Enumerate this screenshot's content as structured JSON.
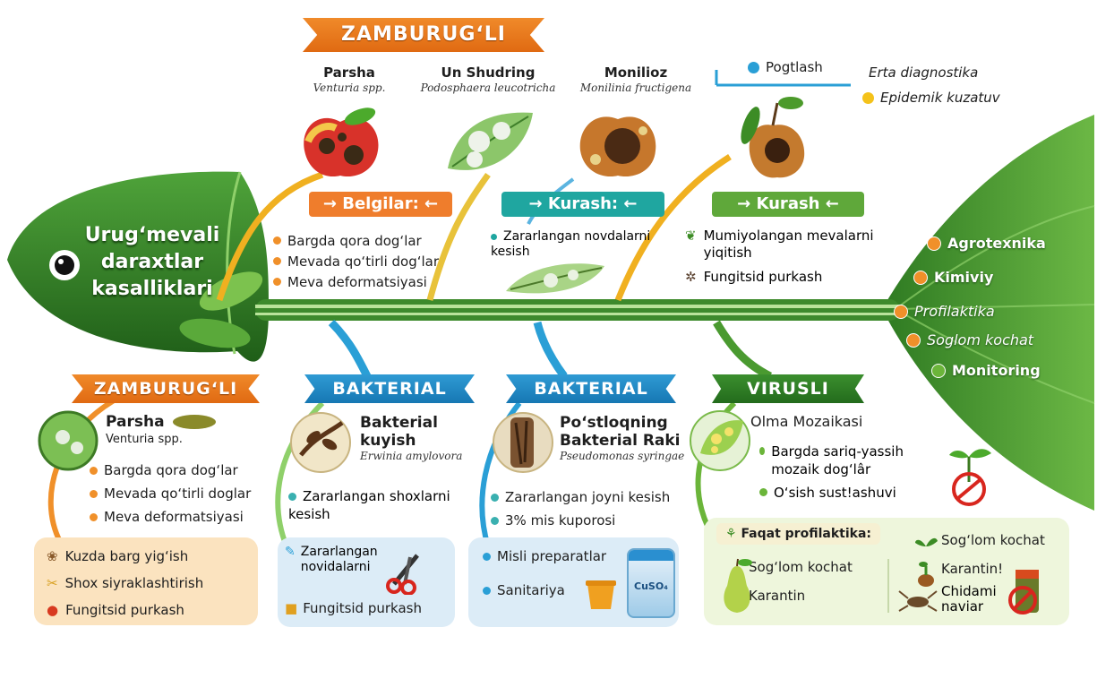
{
  "head": {
    "title_lines": [
      "Urug‘mevali",
      "daraxtlar",
      "kasalliklari"
    ]
  },
  "top": {
    "banner": "ZAMBURUG‘LI",
    "diseases": [
      {
        "name": "Parsha",
        "latin": "Venturia spp."
      },
      {
        "name": "Un Shudring",
        "latin": "Podosphaera leucotricha"
      },
      {
        "name": "Monilioz",
        "latin": "Monilinia fructigena"
      }
    ],
    "diagnostics": {
      "items": [
        "Pogtlash",
        "Erta diagnostika",
        "Epidemik kuzatuv"
      ]
    },
    "sections": [
      {
        "label": "→ Belgilar: ←",
        "items": [
          "Bargda qora dog‘lar",
          "Mevada qo‘tirli dog‘lar",
          "Meva deformatsiyasi"
        ]
      },
      {
        "label": "→ Kurash: ←",
        "items": [
          "Zararlangan novdalarni kesish"
        ]
      },
      {
        "label": "→ Kurash ←",
        "items": [
          "Mumiyolangan mevalarni yiqitish",
          "Fungitsid purkash"
        ]
      }
    ]
  },
  "tail": {
    "items": [
      "Agrotexnika",
      "Kimiviy",
      "Profilaktika",
      "Soglom kochat",
      "Monitoring"
    ]
  },
  "bottom": {
    "columns": [
      {
        "banner": "ZAMBURUG‘LI",
        "name": "Parsha",
        "latin": "Venturia spp.",
        "items": [
          "Bargda qora dog‘lar",
          "Mevada qo‘tirli doglar",
          "Meva deformatsiyasi"
        ],
        "box": [
          "Kuzda barg yig‘ish",
          "Shox siyraklashtirish",
          "Fungitsid purkash"
        ]
      },
      {
        "banner": "BAKTERIAL",
        "name_lines": [
          "Bakterial",
          "kuyish"
        ],
        "latin": "Erwinia amylovora",
        "items": [
          "Zararlangan shoxlarni kesish"
        ],
        "box": [
          "Zararlangan novidalarni",
          "Fungitsid purkash"
        ]
      },
      {
        "banner": "BAKTERIAL",
        "name_lines": [
          "Po‘stloqning",
          "Bakterial Raki"
        ],
        "latin": "Pseudomonas syringae",
        "items": [
          "Zararlangan joyni kesish",
          "3% mis kuporosi"
        ],
        "box": [
          "Misli preparatlar",
          "Sanitariya"
        ],
        "jar_label": "CuSO₄"
      },
      {
        "banner": "VIRUSLI",
        "name": "Olma Mozaikasi",
        "items": [
          "Bargda sariq-yassih mozaik dog‘lâr",
          "O‘sish sust!ashuvi"
        ],
        "box_title": "Faqat profilaktika:",
        "box_left": [
          "Sog‘lom kochat",
          "Karantin"
        ],
        "box_right": [
          "Sog‘lom kochat",
          "Karantin!",
          "Chidami naviar"
        ]
      }
    ]
  },
  "colors": {
    "orange": "#f08a2a",
    "blue": "#1f86c2",
    "green": "#2f7d26",
    "fish": "#3f8f2c"
  }
}
